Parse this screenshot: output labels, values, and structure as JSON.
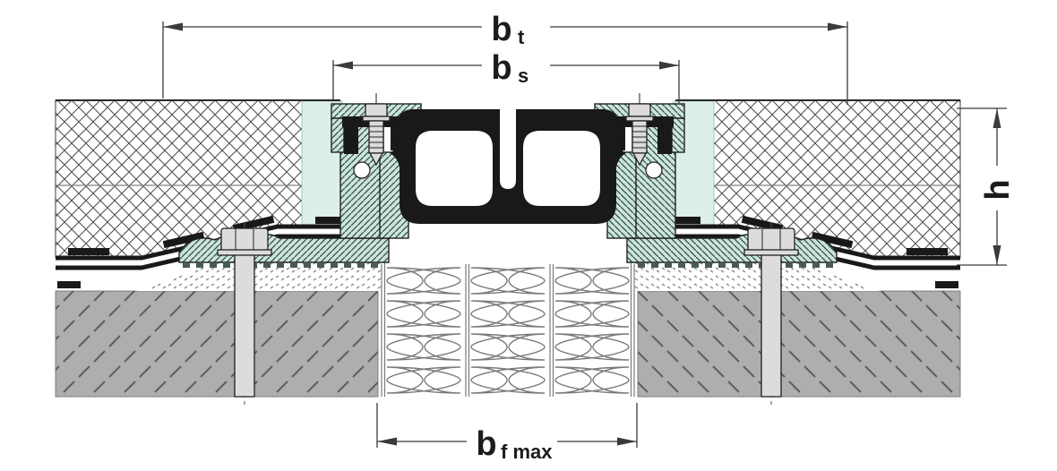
{
  "colors": {
    "aluminum": "#c9e6dd",
    "aluminum2": "#ddefe9",
    "rubber": "#191919",
    "concrete": "#aeaeae",
    "steel": "#dcdcdc",
    "hatch": "#4a4a4a",
    "wool": "#7a7a7a",
    "dim": "#3a3a3a",
    "line": "#222222"
  },
  "dimensions": {
    "bt": {
      "base": "b",
      "sub": "t"
    },
    "bs": {
      "base": "b",
      "sub": "s"
    },
    "bf": {
      "base": "b",
      "sub": "f max"
    },
    "h": {
      "base": "h"
    }
  }
}
